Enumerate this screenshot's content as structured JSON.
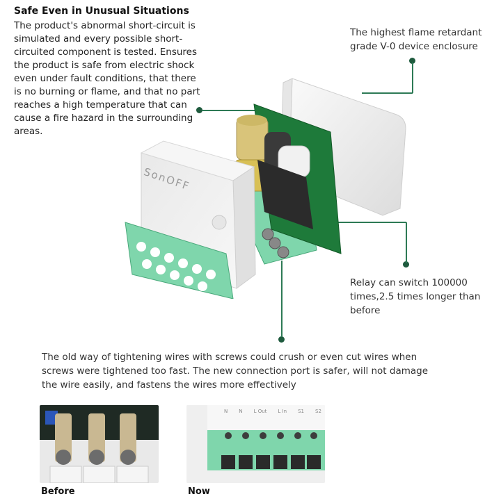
{
  "safe_section": {
    "heading": "Safe Even in Unusual Situations",
    "paragraph": "The product's abnormal short-circuit is simulated and every possible short-circuited component is tested. Ensures the product is safe from electric shock even under fault conditions, that there is no burning or flame, and that no part reaches a high temperature that can cause a fire hazard in the surrounding areas."
  },
  "callouts": {
    "flame_retardant": "The highest flame retardant grade V-0 device enclosure",
    "relay": "Relay can switch 100000 times,2.5 times longer than before"
  },
  "wires_paragraph": "The old way of tightening wires with screws could crush or even cut wires when screws were tightened too fast. The new connection port is safer, will not damage the wire easily, and fastens the wires more effectively",
  "device": {
    "brand": "SonOFF",
    "terminal_labels": [
      "N",
      "N",
      "L Out",
      "L In",
      "S1",
      "S2"
    ]
  },
  "comparison": {
    "before_label": "Before",
    "now_label": "Now"
  },
  "colors": {
    "accent_green": "#2d7a55",
    "terminal_green": "#7fd6ac",
    "pcb_green": "#1e7a3a"
  }
}
